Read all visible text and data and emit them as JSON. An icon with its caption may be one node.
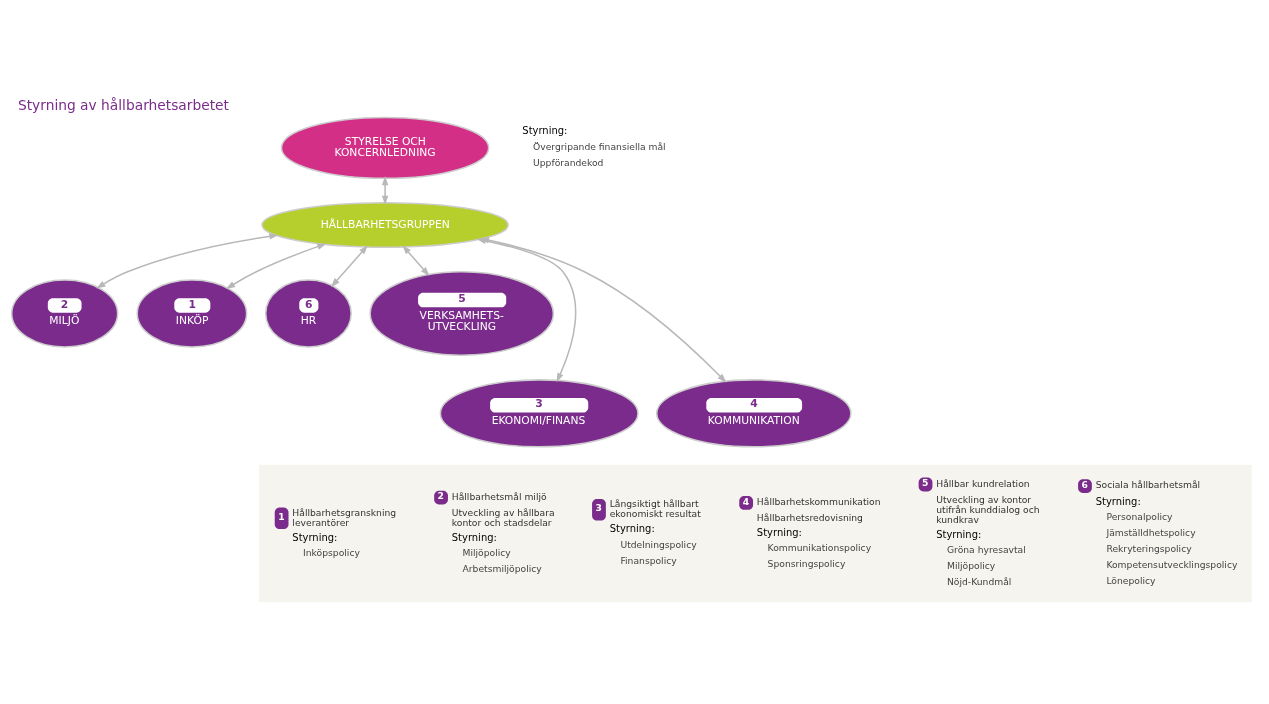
{
  "diagram": {
    "title": "Styrning av hållbarhetsarbetet",
    "nodes": [
      {
        "text": [
          "STYRELSE OCH KONCERNLEDNING"
        ]
      },
      {
        "text": [
          "HÅLLBARHETSGRUPPEN"
        ]
      },
      {
        "text": [
          "2",
          "MILJÖ"
        ]
      },
      {
        "text": [
          "1",
          "INKÖP"
        ]
      },
      {
        "text": [
          "6",
          "HR"
        ]
      },
      {
        "text": [
          "5",
          "VERKSAMHETS- UTVECKLING"
        ]
      },
      {
        "text": [
          "3",
          "EKONOMI/FINANS"
        ]
      },
      {
        "text": [
          "4",
          "KOMMUNIKATION"
        ]
      },
      {
        "text": [],
        "shape": "box"
      }
    ],
    "edges": [
      {
        "from": 0,
        "to": 1,
        "arrow": "both"
      },
      {
        "from": 1,
        "to": 2,
        "arrow": "both"
      },
      {
        "from": 1,
        "to": 3,
        "arrow": "both"
      },
      {
        "from": 1,
        "to": 6,
        "arrow": "both"
      },
      {
        "from": 1,
        "to": 7,
        "arrow": "both"
      },
      {
        "from": 1,
        "to": 4,
        "arrow": "both"
      },
      {
        "from": 1,
        "to": 5,
        "arrow": "both"
      }
    ],
    "labels": [
      "Styrning:",
      "Övergripande finansiella mål",
      "Uppförandekod",
      "1",
      "Hållbarhetsgranskning leverantörer",
      "Styrning:",
      "Inköpspolicy",
      "2",
      "Hållbarhetsmål miljö",
      "Utveckling av hållbara kontor och stadsdelar",
      "Styrning:",
      "Miljöpolicy",
      "Arbetsmiljöpolicy",
      "3",
      "Långsiktigt hållbart ekonomiskt resultat",
      "Styrning:",
      "Utdelningspolicy",
      "Finanspolicy",
      "4",
      "Hållbarhetskommunikation",
      "Hållbarhetsredovisning",
      "Styrning:",
      "Kommunikationspolicy",
      "Sponsringspolicy",
      "5",
      "Hållbar kundrelation",
      "Utveckling av kontor utifrån kunddialog och kundkrav",
      "Styrning:",
      "Gröna hyresavtal",
      "Miljöpolicy",
      "Nöjd-Kundmål",
      "6",
      "Sociala hållbarhetsmål",
      "Styrning:",
      "Personalpolicy",
      "Jämställdhetspolicy",
      "Rekryteringspolicy",
      "Kompetensutvecklingspolicy",
      "Lönepolicy"
    ]
  }
}
